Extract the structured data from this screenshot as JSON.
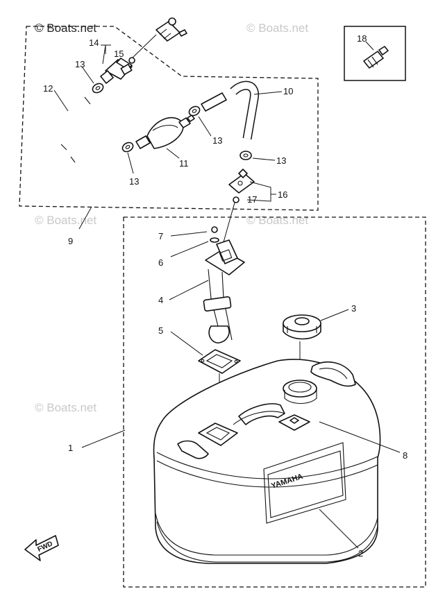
{
  "watermarks": {
    "primary": "© Boats.net",
    "faded": "© Boats.net"
  },
  "diagram": {
    "brand_text": "YAMAHA",
    "fwd_label": "FWD",
    "callouts": {
      "c1": "1",
      "c2": "2",
      "c3": "3",
      "c4": "4",
      "c5": "5",
      "c6": "6",
      "c7": "7",
      "c8": "8",
      "c9": "9",
      "c10": "10",
      "c11": "11",
      "c12": "12",
      "c13a": "13",
      "c13b": "13",
      "c13c": "13",
      "c13d": "13",
      "c14": "14",
      "c15": "15",
      "c16": "16",
      "c17": "17",
      "c18": "18"
    }
  }
}
